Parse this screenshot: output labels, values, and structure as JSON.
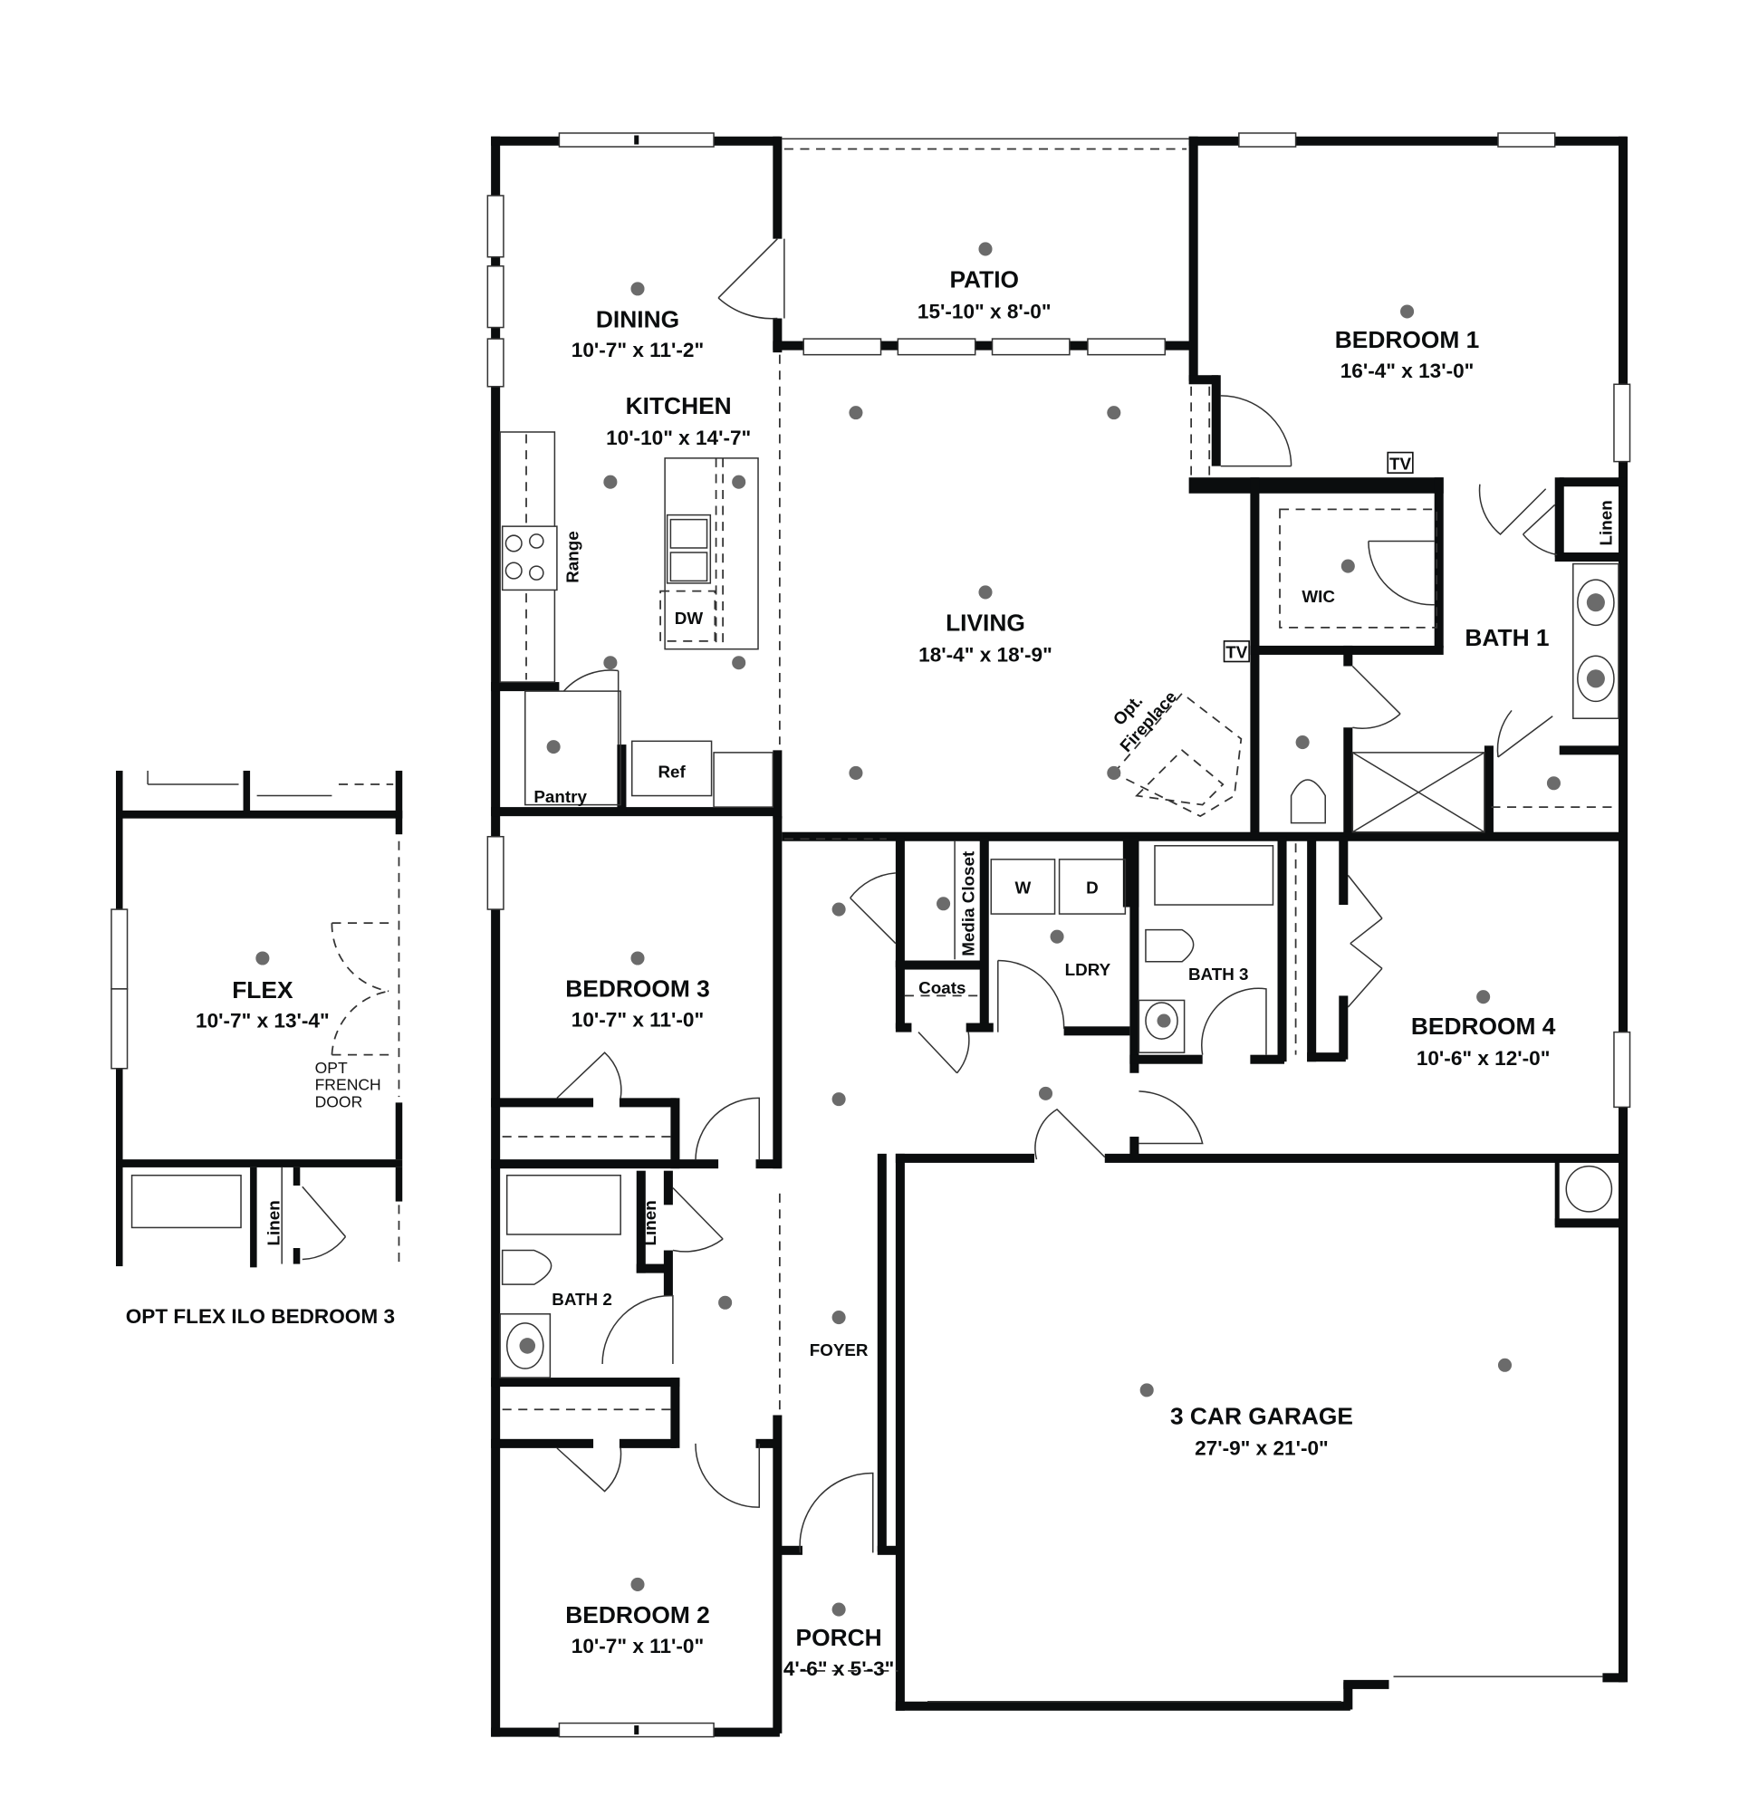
{
  "plan": {
    "caption": "OPT FLEX ILO BEDROOM 3",
    "rooms": {
      "dining": {
        "name": "DINING",
        "dims": "10'-7\" x 11'-2\""
      },
      "kitchen": {
        "name": "KITCHEN",
        "dims": "10'-10\" x 14'-7\""
      },
      "patio": {
        "name": "PATIO",
        "dims": "15'-10\" x 8'-0\""
      },
      "bedroom1": {
        "name": "BEDROOM 1",
        "dims": "16'-4\" x 13'-0\""
      },
      "living": {
        "name": "LIVING",
        "dims": "18'-4\" x 18'-9\""
      },
      "bath1": {
        "name": "BATH 1"
      },
      "wic": {
        "name": "WIC"
      },
      "bedroom3": {
        "name": "BEDROOM 3",
        "dims": "10'-7\" x 11'-0\""
      },
      "bath2": {
        "name": "BATH 2"
      },
      "bedroom2": {
        "name": "BEDROOM 2",
        "dims": "10'-7\" x 11'-0\""
      },
      "foyer": {
        "name": "FOYER"
      },
      "porch": {
        "name": "PORCH",
        "dims": "4'-6\" x 5'-3\""
      },
      "ldry": {
        "name": "LDRY"
      },
      "bath3": {
        "name": "BATH 3"
      },
      "bedroom4": {
        "name": "BEDROOM 4",
        "dims": "10'-6\" x 12'-0\""
      },
      "garage": {
        "name": "3 CAR GARAGE",
        "dims": "27'-9\" x 21'-0\""
      },
      "flex": {
        "name": "FLEX",
        "dims": "10'-7\" x 13'-4\""
      }
    },
    "fixtures": {
      "range": "Range",
      "dw": "DW",
      "ref": "Ref",
      "pantry": "Pantry",
      "washer": "W",
      "dryer": "D",
      "media_closet": "Media Closet",
      "coats": "Coats",
      "linen": "Linen",
      "tv": "TV",
      "opt_fireplace_1": "Opt.",
      "opt_fireplace_2": "Fireplace",
      "french_door_1": "OPT",
      "french_door_2": "FRENCH",
      "french_door_3": "DOOR"
    }
  }
}
